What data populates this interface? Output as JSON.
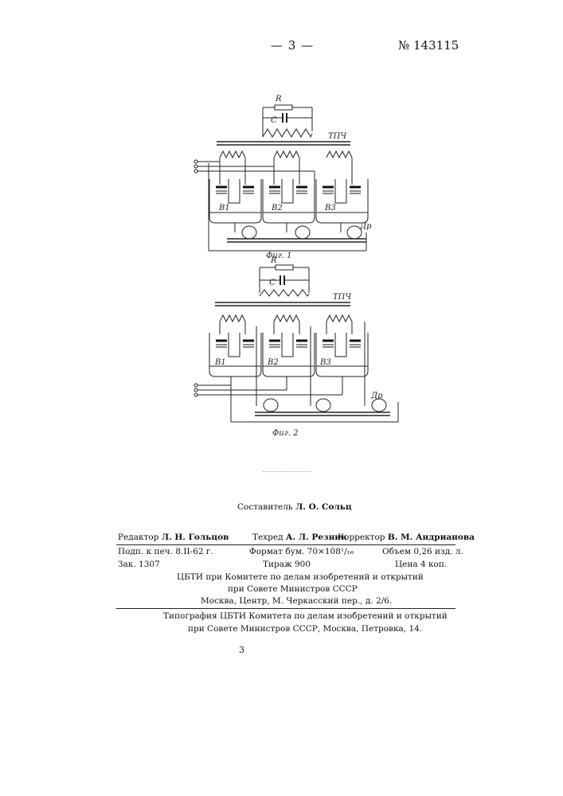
{
  "header": {
    "page_number": "— 3 —",
    "patent_number": "№ 143115"
  },
  "figure1": {
    "label": "Фиг. 1",
    "resistor": "R",
    "capacitor": "C",
    "transformer": "ТПЧ",
    "choke": "Др",
    "valves": [
      "В1",
      "В2",
      "В3"
    ]
  },
  "figure2": {
    "label": "Фиг. 2",
    "resistor": "R",
    "capacitor": "C",
    "transformer": "ТПЧ",
    "choke": "Др",
    "valves": [
      "В1",
      "В2",
      "В3"
    ]
  },
  "footer": {
    "compiler_label": "Составитель",
    "compiler_name": "Л. О. Сольц",
    "editor_label": "Редактор",
    "editor_name": "Л. Н. Гольцов",
    "tech_label": "Техред",
    "tech_name": "А. Л. Резник",
    "corrector_label": "Корректор",
    "corrector_name": "В. М. Андрианова",
    "signed": "Подп. к печ. 8.II-62 г.",
    "format": "Формат бум. 70×108¹/₁₆",
    "volume": "Объем 0,26 изд. л.",
    "order": "Зак. 1307",
    "circulation": "Тираж 900",
    "price": "Цена 4 коп.",
    "publisher_line1": "ЦБТИ при Комитете по делам изобретений и открытий",
    "publisher_line2": "при Совете Министров СССР",
    "publisher_line3": "Москва, Центр, М. Черкасский пер., д. 2/6.",
    "printer_line1": "Типография ЦБТИ Комитета по делам изобретений и открытий",
    "printer_line2": "при Совете Министров СССР, Москва, Петровка, 14."
  },
  "bottom_page_number": "3"
}
